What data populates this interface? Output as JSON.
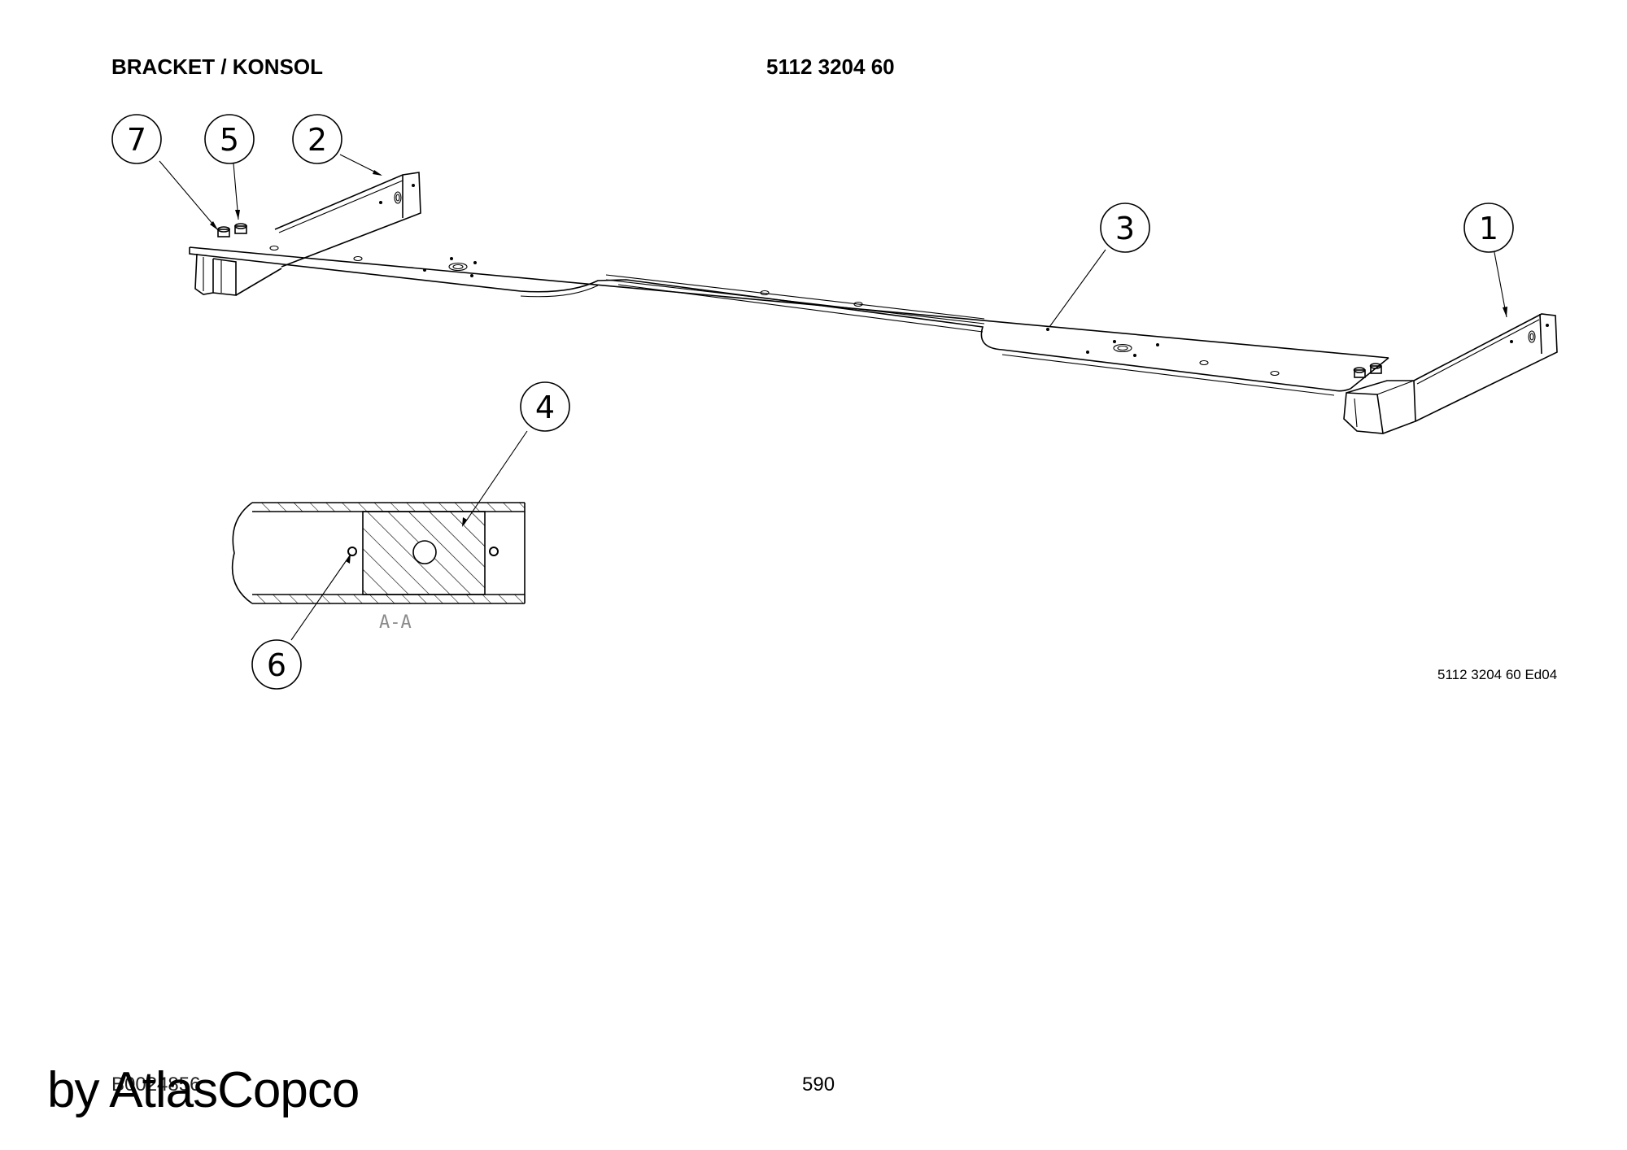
{
  "header": {
    "title": "BRACKET / KONSOL",
    "part_number": "5112 3204 60"
  },
  "callouts": [
    {
      "id": "callout-1",
      "label": "1"
    },
    {
      "id": "callout-2",
      "label": "2"
    },
    {
      "id": "callout-3",
      "label": "3"
    },
    {
      "id": "callout-4",
      "label": "4"
    },
    {
      "id": "callout-5",
      "label": "5"
    },
    {
      "id": "callout-6",
      "label": "6"
    },
    {
      "id": "callout-7",
      "label": "7"
    }
  ],
  "section_view": {
    "label": "A-A"
  },
  "footer": {
    "edition": "5112 3204 60 Ed04",
    "drawing_number": "B0024856",
    "page_number": "590",
    "watermark": "by AtlasCopco"
  }
}
